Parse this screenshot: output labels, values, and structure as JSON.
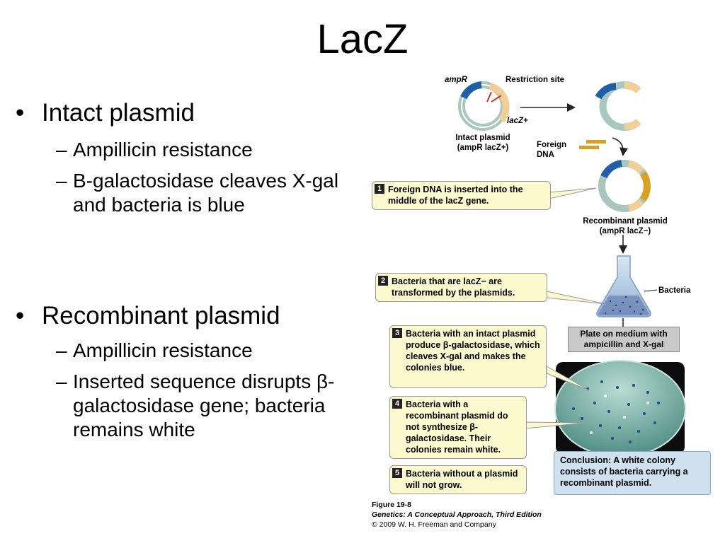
{
  "slide": {
    "title": "LacZ",
    "bullet_glyph": "•",
    "dash_glyph": "–",
    "sections": [
      {
        "heading": "Intact plasmid",
        "items": [
          "Ampillicin resistance",
          "B-galactosidase cleaves X-gal and bacteria is blue"
        ]
      },
      {
        "heading": "Recombinant plasmid",
        "items": [
          "Ampillicin resistance",
          "Inserted sequence disrupts β-galactosidase gene; bacteria remains white"
        ]
      }
    ]
  },
  "figure": {
    "labels": {
      "amp_r": "ampR",
      "restriction_site": "Restriction site",
      "lacz_plus": "lacZ+",
      "intact_plasmid": "Intact plasmid",
      "intact_genotype": "(ampR lacZ+)",
      "foreign_dna": "Foreign DNA",
      "recombinant_plasmid": "Recombinant plasmid",
      "recombinant_genotype": "(ampR lacZ−)",
      "bacteria": "Bacteria",
      "plate_medium": "Plate on medium with ampicillin and X-gal"
    },
    "steps": [
      {
        "number": "1",
        "text": "Foreign DNA is inserted into the middle of the lacZ gene."
      },
      {
        "number": "2",
        "text": "Bacteria that are lacZ− are transformed by the plasmids."
      },
      {
        "number": "3",
        "text": "Bacteria with an intact plasmid produce β-galactosidase, which cleaves X-gal and makes the colonies blue."
      },
      {
        "number": "4",
        "text": "Bacteria with a recombinant plasmid do not synthesize β-galactosidase. Their colonies remain white."
      },
      {
        "number": "5",
        "text": "Bacteria without a plasmid will not grow."
      }
    ],
    "conclusion": "Conclusion: A white colony consists of bacteria carrying a recombinant plasmid.",
    "caption": {
      "figure": "Figure 19-8",
      "book": "Genetics: A Conceptual Approach, Third Edition",
      "copyright": "© 2009 W. H. Freeman and Company"
    },
    "colors": {
      "plasmid_backbone": "#a9c7bf",
      "amp_segment": "#1f5fa8",
      "lacz_segment": "#f1cf97",
      "foreign_dna": "#d9a021",
      "step_box": "#fcf9cf",
      "conclusion_box": "#cfe0ef",
      "plate": "#6fa79c"
    }
  }
}
